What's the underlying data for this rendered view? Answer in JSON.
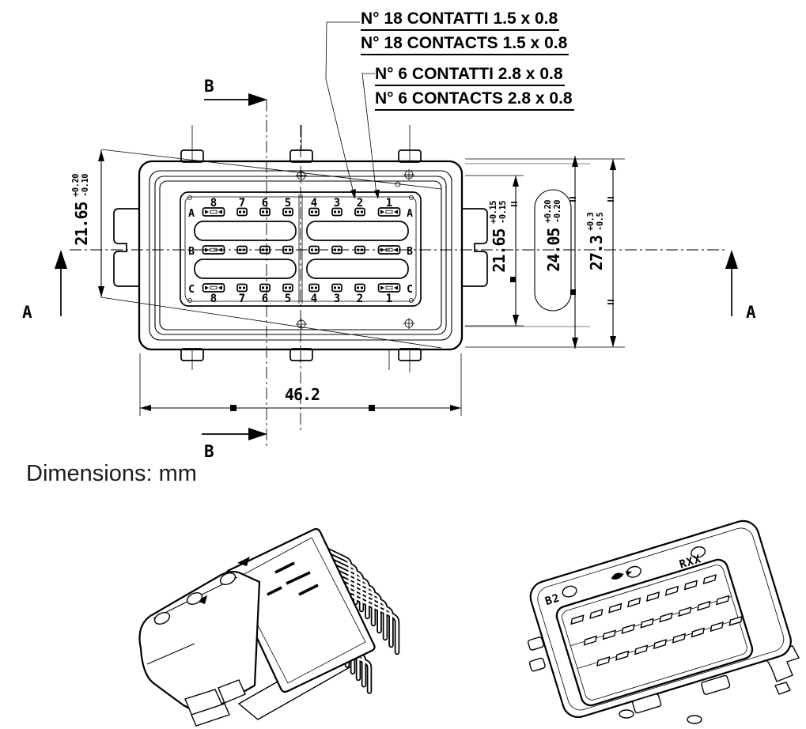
{
  "units_label": "Dimensions: mm",
  "annotations": {
    "contacts_18_it": "N° 18 CONTATTI 1.5 x 0.8",
    "contacts_18_en": "N° 18 CONTACTS 1.5 x 0.8",
    "contacts_6_it": "N° 6 CONTATTI 2.8 x 0.8",
    "contacts_6_en": "N° 6 CONTACTS 2.8 x 0.8"
  },
  "sections": {
    "top": "B",
    "bottom": "B",
    "left": "A",
    "right": "A"
  },
  "front_view": {
    "row_labels": [
      "A",
      "B",
      "C"
    ],
    "column_numbers": [
      "8",
      "7",
      "6",
      "5",
      "4",
      "3",
      "2",
      "1"
    ]
  },
  "dimensions": {
    "width": {
      "value": "46.2"
    },
    "height_left": {
      "value": "21.65",
      "plus": "+0.20",
      "minus": "-0.10"
    },
    "height_right_inner": {
      "value": "21.65",
      "plus": "+0.15",
      "minus": "-0.15"
    },
    "height_right_mid": {
      "value": "24.05",
      "plus": "+0.20",
      "minus": "-0.20"
    },
    "height_right_outer": {
      "value": "27.3",
      "plus": "+0.3",
      "minus": "-0.5"
    }
  },
  "iso_right_markings": {
    "left": "B2",
    "right": "RXX"
  },
  "colors": {
    "line": "#000000",
    "phantom": "#9b9b9b"
  }
}
